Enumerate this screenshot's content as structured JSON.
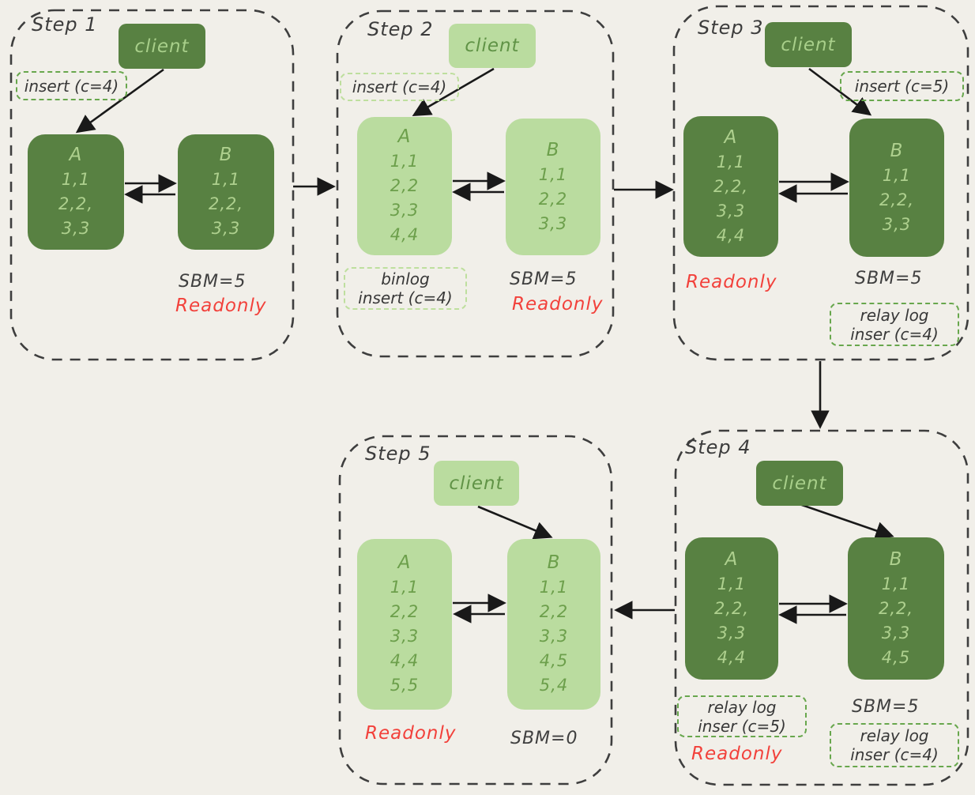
{
  "diagram": {
    "colors": {
      "background": "#f1efe9",
      "node_dark_bg": "#588142",
      "node_dark_text": "#aed08e",
      "node_light_bg": "#badc9f",
      "node_light_text": "#6c9f4b",
      "container_border": "#3e3e3e",
      "annotation_border_green": "#68a74d",
      "annotation_border_light": "#bedf9e",
      "annotation_text": "#383838",
      "readonly_red": "#f2413b",
      "arrow_black": "#191919"
    },
    "steps": [
      {
        "label": "Step 1",
        "client_label": "client",
        "insert_label": "insert (c=4)",
        "node_a": {
          "title": "A",
          "rows": [
            "1,1",
            "2,2,",
            "3,3"
          ]
        },
        "node_b": {
          "title": "B",
          "rows": [
            "1,1",
            "2,2,",
            "3,3"
          ]
        },
        "sbm_label": "SBM=5",
        "readonly_label": "Readonly"
      },
      {
        "label": "Step 2",
        "client_label": "client",
        "insert_label": "insert (c=4)",
        "binlog_line1": "binlog",
        "binlog_line2": "insert (c=4)",
        "node_a": {
          "title": "A",
          "rows": [
            "1,1",
            "2,2",
            "3,3",
            "4,4"
          ]
        },
        "node_b": {
          "title": "B",
          "rows": [
            "1,1",
            "2,2",
            "3,3"
          ]
        },
        "sbm_label": "SBM=5",
        "readonly_label": "Readonly"
      },
      {
        "label": "Step 3",
        "client_label": "client",
        "insert_label": "insert (c=5)",
        "relay_b_line1": "relay log",
        "relay_b_line2": "inser (c=4)",
        "node_a": {
          "title": "A",
          "rows": [
            "1,1",
            "2,2,",
            "3,3",
            "4,4"
          ]
        },
        "node_b": {
          "title": "B",
          "rows": [
            "1,1",
            "2,2,",
            "3,3"
          ]
        },
        "sbm_label": "SBM=5",
        "readonly_label": "Readonly"
      },
      {
        "label": "Step 4",
        "client_label": "client",
        "relay_a_line1": "relay log",
        "relay_a_line2": "inser (c=5)",
        "relay_b_line1": "relay log",
        "relay_b_line2": "inser (c=4)",
        "node_a": {
          "title": "A",
          "rows": [
            "1,1",
            "2,2,",
            "3,3",
            "4,4"
          ]
        },
        "node_b": {
          "title": "B",
          "rows": [
            "1,1",
            "2,2,",
            "3,3",
            "4,5"
          ]
        },
        "sbm_label": "SBM=5",
        "readonly_label": "Readonly"
      },
      {
        "label": "Step 5",
        "client_label": "client",
        "node_a": {
          "title": "A",
          "rows": [
            "1,1",
            "2,2",
            "3,3",
            "4,4",
            "5,5"
          ]
        },
        "node_b": {
          "title": "B",
          "rows": [
            "1,1",
            "2,2",
            "3,3",
            "4,5",
            "5,4"
          ]
        },
        "sbm_label": "SBM=0",
        "readonly_label": "Readonly"
      }
    ]
  }
}
